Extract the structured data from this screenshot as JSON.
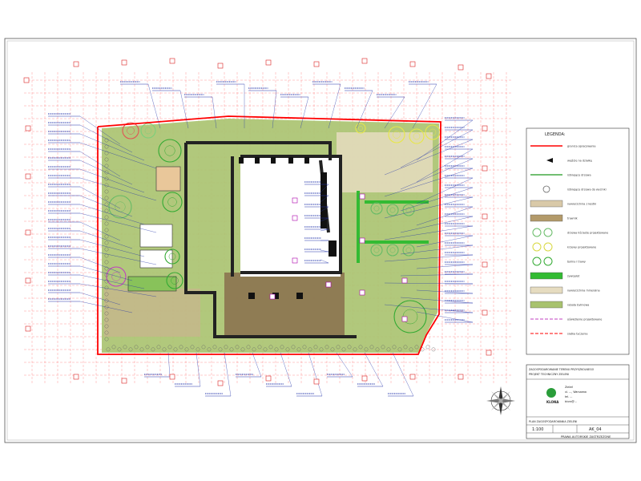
{
  "legend": {
    "title": "LEGENDA:",
    "items": [
      "granica opracowania",
      "wejście na działkę",
      "istniejące drzewa",
      "istniejące drzewa do wycinki",
      "nawierzchnia z kostki",
      "trawnik",
      "drzewa liściaste projektowane",
      "krzewy projektowane",
      "byliny i trawy",
      "żywopłot",
      "nawierzchnia mineralna",
      "rabata bylinowa",
      "oświetlenie projektowane",
      "siatka tyczenia"
    ]
  },
  "title_block": {
    "project_title": "ZAGOSPODAROWANIE TERENU PRZYSZKOLNEGO",
    "project_subtitle": "PROJEKT TECHNICZNY ZIELENI",
    "company_lines": [
      "Zieleń",
      "ul. ..., Warszawa",
      "tel. ...",
      "biuro@..."
    ],
    "logo_text": "KLONA",
    "drawing_name": "PLAN ZAGOSPODAROWANIA ZIELENI",
    "scale": "1:100",
    "sheet_number": "AK_04",
    "footer": "PRAWA AUTORSKIE ZASTRZEŻONE"
  },
  "colors": {
    "border": "#ff0000",
    "grid": "#ff6666",
    "lawn": "#a8c26e",
    "building": "#222222",
    "pavement": "#d9c9a8",
    "label": "#2233aa",
    "purple": "#c040c0",
    "accent_green": "#22aa22"
  }
}
